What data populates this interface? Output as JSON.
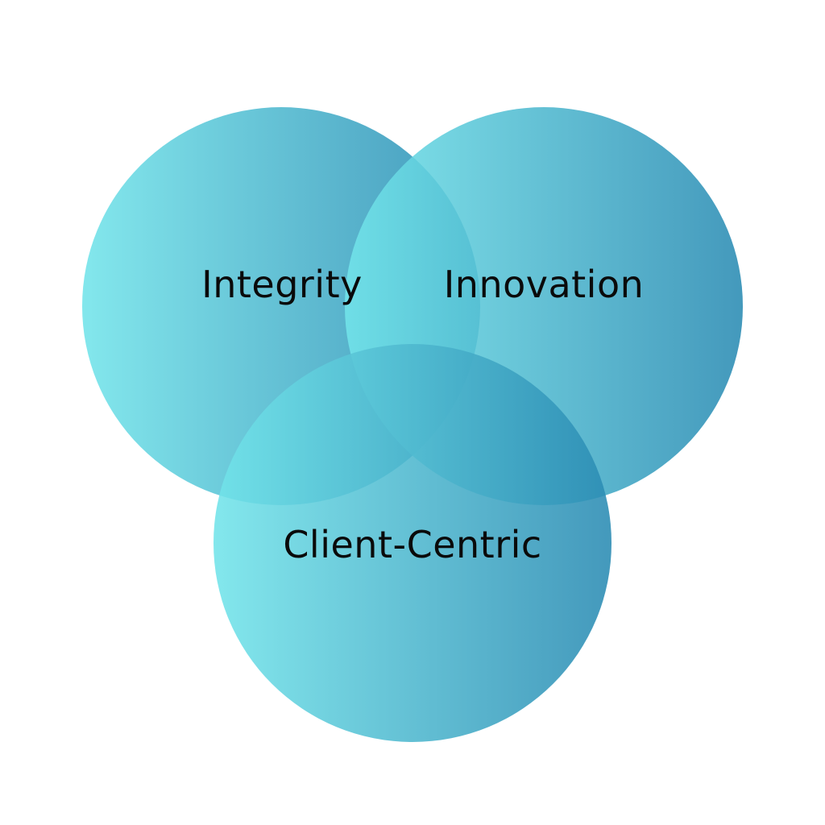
{
  "diagram": {
    "type": "venn",
    "sets": [
      {
        "id": "integrity",
        "label": "Integrity"
      },
      {
        "id": "innovation",
        "label": "Innovation"
      },
      {
        "id": "client-centric",
        "label": "Client-Centric"
      }
    ],
    "colors": {
      "gradient_start": "#72e4ea",
      "gradient_end": "#2a8bb3",
      "text": "#0a0a0a",
      "background": "#ffffff"
    }
  }
}
